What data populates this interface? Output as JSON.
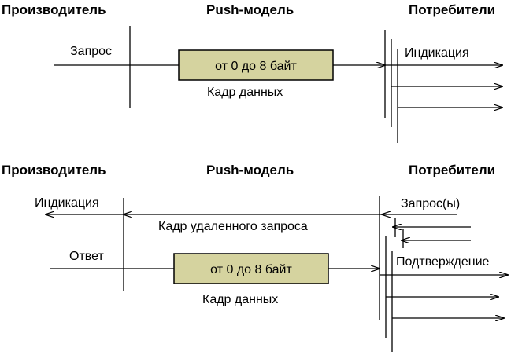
{
  "push_diagram": {
    "producer": "Производитель",
    "model": "Push-модель",
    "consumers": "Потребители",
    "request": "Запрос",
    "payload": "от 0 до 8 байт",
    "frame": "Кадр данных",
    "indication": "Индикация"
  },
  "pull_diagram": {
    "producer": "Производитель",
    "model": "Push-модель",
    "consumers": "Потребители",
    "indication": "Индикация",
    "requests": "Запрос(ы)",
    "remote_frame": "Кадр удаленного запроса",
    "response": "Ответ",
    "payload": "от 0 до 8 байт",
    "confirmation": "Подтверждение",
    "frame": "Кадр данных"
  }
}
